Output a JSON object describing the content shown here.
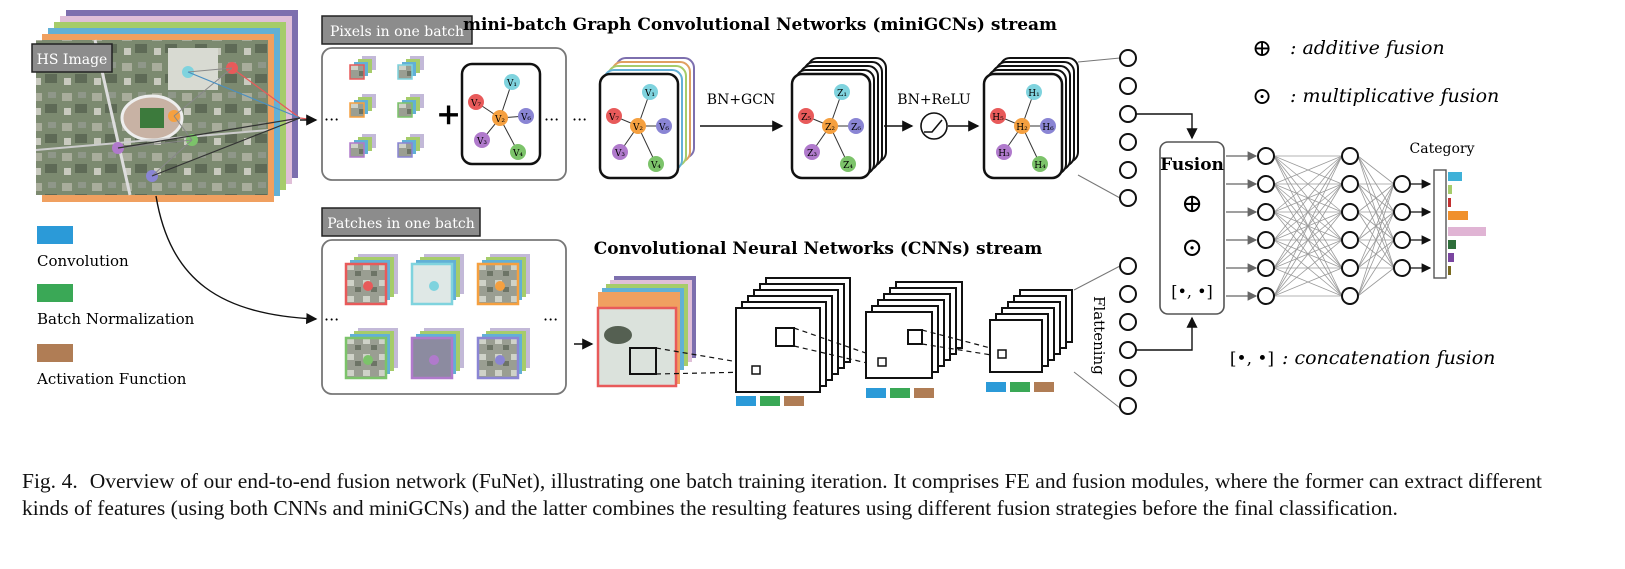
{
  "labels": {
    "hs_image": "HS Image",
    "pixels_batch": "Pixels in one batch",
    "patches_batch": "Patches in one batch",
    "minigcn_stream": "mini-batch Graph Convolutional Networks (miniGCNs) stream",
    "cnn_stream": "Convolutional Neural Networks (CNNs) stream",
    "bn_gcn": "BN+GCN",
    "bn_relu": "BN+ReLU",
    "fusion": "Fusion",
    "flattening": "Flattening",
    "category": "Category",
    "ellipsis": "···",
    "plus": "+"
  },
  "nodes": {
    "v": [
      "V₁",
      "V₂",
      "V₃",
      "V₄",
      "V₅",
      "V₆",
      "V₇"
    ],
    "z": [
      "Z₁",
      "Z₂",
      "Z₃",
      "Z₄",
      "Z₅",
      "Z₆"
    ],
    "h": [
      "H₁",
      "H₂",
      "H₃",
      "H₄",
      "H₅",
      "H₆"
    ]
  },
  "legend_layers": [
    {
      "label": "Convolution",
      "color": "#2b9ad8"
    },
    {
      "label": "Batch Normalization",
      "color": "#3aa856"
    },
    {
      "label": "Activation Function",
      "color": "#b07d55"
    }
  ],
  "fusion_legend": [
    {
      "symbol": "⊕",
      "label": ": additive fusion"
    },
    {
      "symbol": "⊙",
      "label": ": multiplicative fusion"
    },
    {
      "symbol": "[•, •]",
      "label": ": concatenation  fusion"
    }
  ],
  "fusion_symbols": [
    "⊕",
    "⊙",
    "[•, •]"
  ],
  "caption": {
    "label": "Fig. 4.",
    "text": "Overview of our end-to-end fusion network (FuNet), illustrating one batch training iteration. It comprises FE and fusion modules, where the former can extract different kinds of features (using both CNNs and miniGCNs) and the latter combines the resulting features using different fusion strategies before the final classification."
  },
  "colors": {
    "node_cyan": "#7fd3de",
    "node_orange": "#f5a040",
    "node_red": "#e85a5a",
    "node_purple": "#b07acc",
    "node_blue": "#8a85d4",
    "node_green": "#7cc36a",
    "hsi_layers": [
      "#7d6fae",
      "#e0bfd8",
      "#a6cc6a",
      "#62b0d6",
      "#f0a060",
      "#9bd0c8"
    ]
  }
}
